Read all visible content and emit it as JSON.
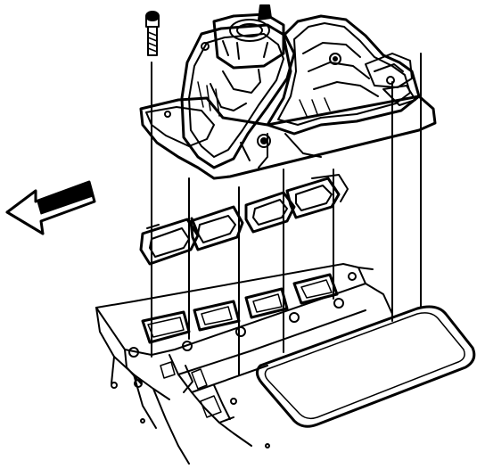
{
  "diagram": {
    "type": "exploded-assembly",
    "colors": {
      "ink": "#000000",
      "paper": "#ffffff"
    },
    "parts": [
      {
        "name": "retaining-bolt",
        "icon": "bolt-icon"
      },
      {
        "name": "intake-manifold-with-carburetor",
        "icon": "intake-manifold-icon"
      },
      {
        "name": "intake-manifold-gaskets",
        "icon": "gasket-icon"
      },
      {
        "name": "front-valley-seal",
        "icon": "seal-strip-icon"
      },
      {
        "name": "engine-block-with-cylinder-heads",
        "icon": "engine-block-icon"
      }
    ],
    "indicators": [
      {
        "name": "front-of-engine-arrow",
        "icon": "arrow-left-icon"
      }
    ]
  }
}
